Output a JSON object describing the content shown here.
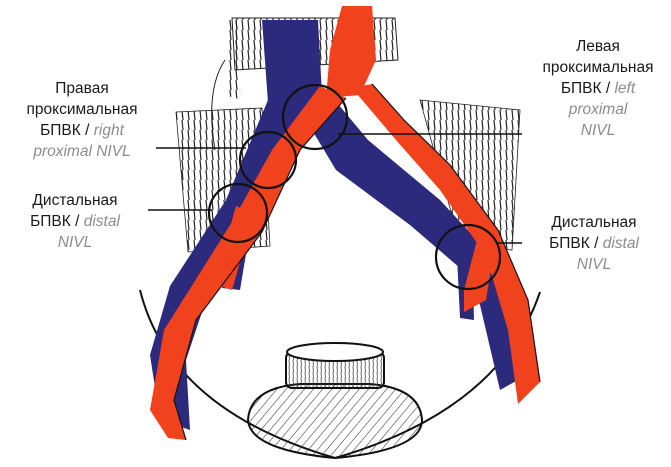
{
  "labels": {
    "left_proximal": {
      "line1": "Левая",
      "line2": "проксимальная",
      "ru": "БПВК",
      "sep": " / ",
      "en_line1": "left",
      "en_line2": "proximal",
      "en_line3": "NIVL"
    },
    "right_proximal": {
      "line1": "Правая",
      "line2": "проксимальная",
      "ru": "БПВК",
      "sep": " / ",
      "en_line1": "right",
      "en_line2": "proximal NIVL"
    },
    "distal_right": {
      "line1": "Дистальная",
      "ru": "БПВК",
      "sep": " / ",
      "en_line1": "distal",
      "en_line2": "NIVL"
    },
    "distal_left": {
      "line1": "Дистальная",
      "ru": "БПВК",
      "sep": " / ",
      "en_line1": "distal",
      "en_line2": "NIVL"
    }
  },
  "colors": {
    "vein": "#2b2a7c",
    "artery": "#f0421d",
    "outline": "#111111",
    "hatch": "#222222",
    "ru_text": "#1a1a1a",
    "en_text": "#8c8c8c"
  }
}
